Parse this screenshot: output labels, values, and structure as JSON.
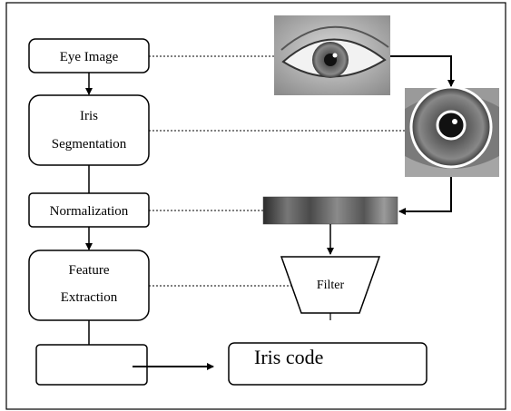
{
  "steps": {
    "eye_image": "Eye Image",
    "iris_segmentation_line1": "Iris",
    "iris_segmentation_line2": "Segmentation",
    "normalization": "Normalization",
    "feature_extraction_line1": "Feature",
    "feature_extraction_line2": "Extraction",
    "encoding": ""
  },
  "filter": {
    "label": "Filter"
  },
  "output": {
    "label": "Iris code"
  },
  "images": [
    {
      "name": "eye-photo",
      "description": "grayscale photograph of an open eye"
    },
    {
      "name": "segmented-iris-photo",
      "description": "eye close-up with iris circle highlighted"
    },
    {
      "name": "normalized-iris-strip",
      "description": "unwrapped iris texture strip"
    }
  ]
}
